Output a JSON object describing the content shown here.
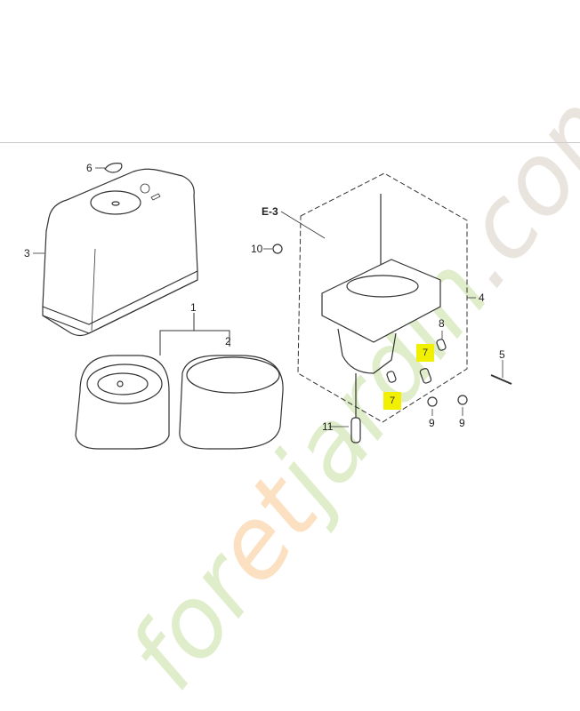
{
  "diagram": {
    "type": "exploded-parts-view",
    "subject": "Air cleaner assembly",
    "reference": "E-3",
    "callouts": [
      {
        "id": "1",
        "label": "1",
        "part": "air-filter-element-set"
      },
      {
        "id": "2",
        "label": "2",
        "part": "foam-pre-filter"
      },
      {
        "id": "3",
        "label": "3",
        "part": "air-cleaner-cover"
      },
      {
        "id": "4",
        "label": "4",
        "part": "air-cleaner-case"
      },
      {
        "id": "5",
        "label": "5",
        "part": "bolt"
      },
      {
        "id": "6",
        "label": "6",
        "part": "wing-nut"
      },
      {
        "id": "7a",
        "label": "7",
        "part": "collar",
        "highlighted": true
      },
      {
        "id": "7b",
        "label": "7",
        "part": "collar",
        "highlighted": true
      },
      {
        "id": "8",
        "label": "8",
        "part": "collar"
      },
      {
        "id": "9a",
        "label": "9",
        "part": "nut"
      },
      {
        "id": "9b",
        "label": "9",
        "part": "nut"
      },
      {
        "id": "10",
        "label": "10",
        "part": "nut"
      },
      {
        "id": "11",
        "label": "11",
        "part": "drain-tube"
      }
    ],
    "highlight_color": "#f0f000"
  },
  "watermark": {
    "text_green": "foretjardin",
    "text_orange": "et",
    "text_grey": ".com",
    "color_green": "#c5e0a0",
    "color_orange": "#f8c890",
    "color_grey": "#d8cfc4"
  }
}
